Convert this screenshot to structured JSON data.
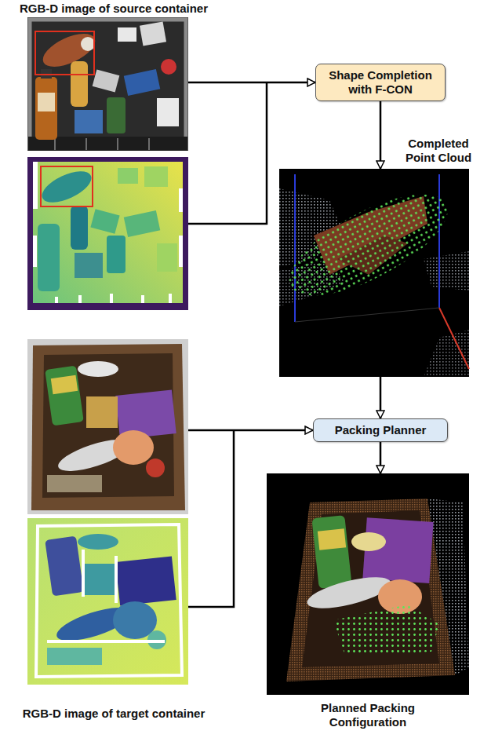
{
  "diagram": {
    "nodes": [
      {
        "text": [
          "RGB-D image of source container"
        ]
      },
      {
        "text": [
          "Shape Completion with F-CON"
        ]
      },
      {
        "text": [
          "Completed Point Cloud"
        ]
      },
      {
        "text": [
          "Packing Planner"
        ]
      },
      {
        "text": [
          "Planned Packing Configuration"
        ]
      },
      {
        "text": [
          "RGB-D image of target container"
        ]
      }
    ],
    "edges": [
      {
        "from": 0,
        "to": 1,
        "arrow": "to"
      },
      {
        "from": 1,
        "to": 2,
        "arrow": "to"
      },
      {
        "from": 2,
        "to": 3,
        "arrow": "to"
      },
      {
        "from": 5,
        "to": 3,
        "arrow": "to"
      },
      {
        "from": 3,
        "to": 4,
        "arrow": "to"
      }
    ]
  }
}
